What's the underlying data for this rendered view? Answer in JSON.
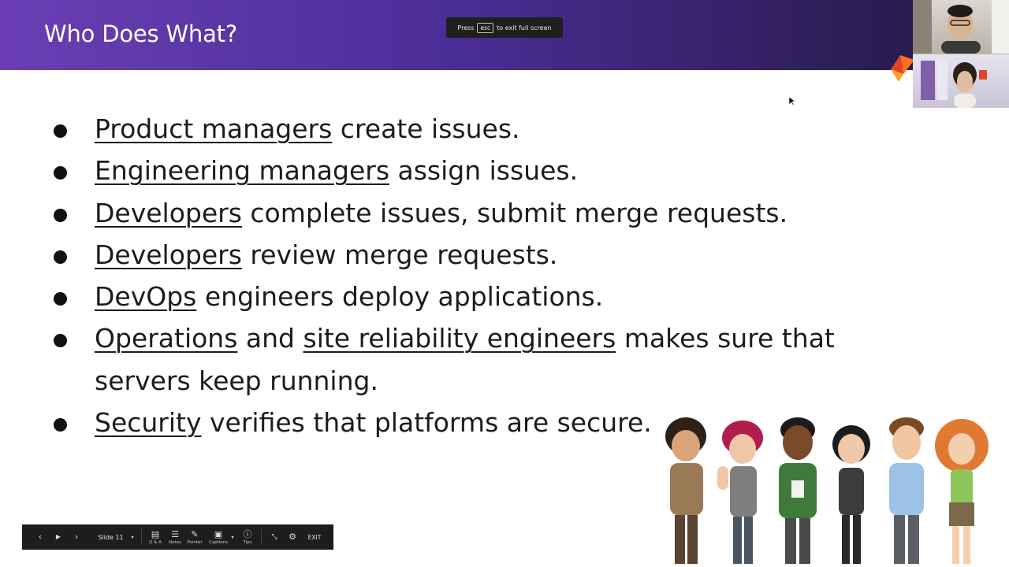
{
  "slide": {
    "title": "Who Does What?",
    "bullets": [
      {
        "parts": [
          {
            "text": "Product managers",
            "u": true
          },
          {
            "text": " create issues.",
            "u": false
          }
        ]
      },
      {
        "parts": [
          {
            "text": "Engineering managers",
            "u": true
          },
          {
            "text": " assign issues.",
            "u": false
          }
        ]
      },
      {
        "parts": [
          {
            "text": "Developers",
            "u": true
          },
          {
            "text": " complete issues, submit merge requests.",
            "u": false
          }
        ]
      },
      {
        "parts": [
          {
            "text": "Developers",
            "u": true
          },
          {
            "text": " review merge requests.",
            "u": false
          }
        ]
      },
      {
        "parts": [
          {
            "text": "DevOps",
            "u": true
          },
          {
            "text": " engineers deploy applications.",
            "u": false
          }
        ]
      },
      {
        "parts": [
          {
            "text": "Operations",
            "u": true
          },
          {
            "text": " and ",
            "u": false
          },
          {
            "text": "site reliability engineers",
            "u": true
          },
          {
            "text": " makes sure that servers keep running.",
            "u": false
          }
        ]
      },
      {
        "parts": [
          {
            "text": "Security",
            "u": true
          },
          {
            "text": " verifies that platforms are secure.",
            "u": false
          }
        ]
      }
    ]
  },
  "fullscreen_banner": {
    "prefix": "Press",
    "key": "esc",
    "suffix": "to exit full screen"
  },
  "toolbar": {
    "slide_label": "Slide 11",
    "qa": "Q & A",
    "notes": "Notes",
    "pointer": "Pointer",
    "captions": "Captions",
    "tips": "Tips",
    "exit": "EXIT"
  },
  "icons": {
    "prev": "chevron-left-icon",
    "play": "play-icon",
    "next": "chevron-right-icon",
    "settings": "gear-icon"
  },
  "colors": {
    "header_start": "#6a3fb5",
    "header_end": "#261848",
    "text": "#1c1c1c",
    "toolbar": "#1d1d1d"
  }
}
